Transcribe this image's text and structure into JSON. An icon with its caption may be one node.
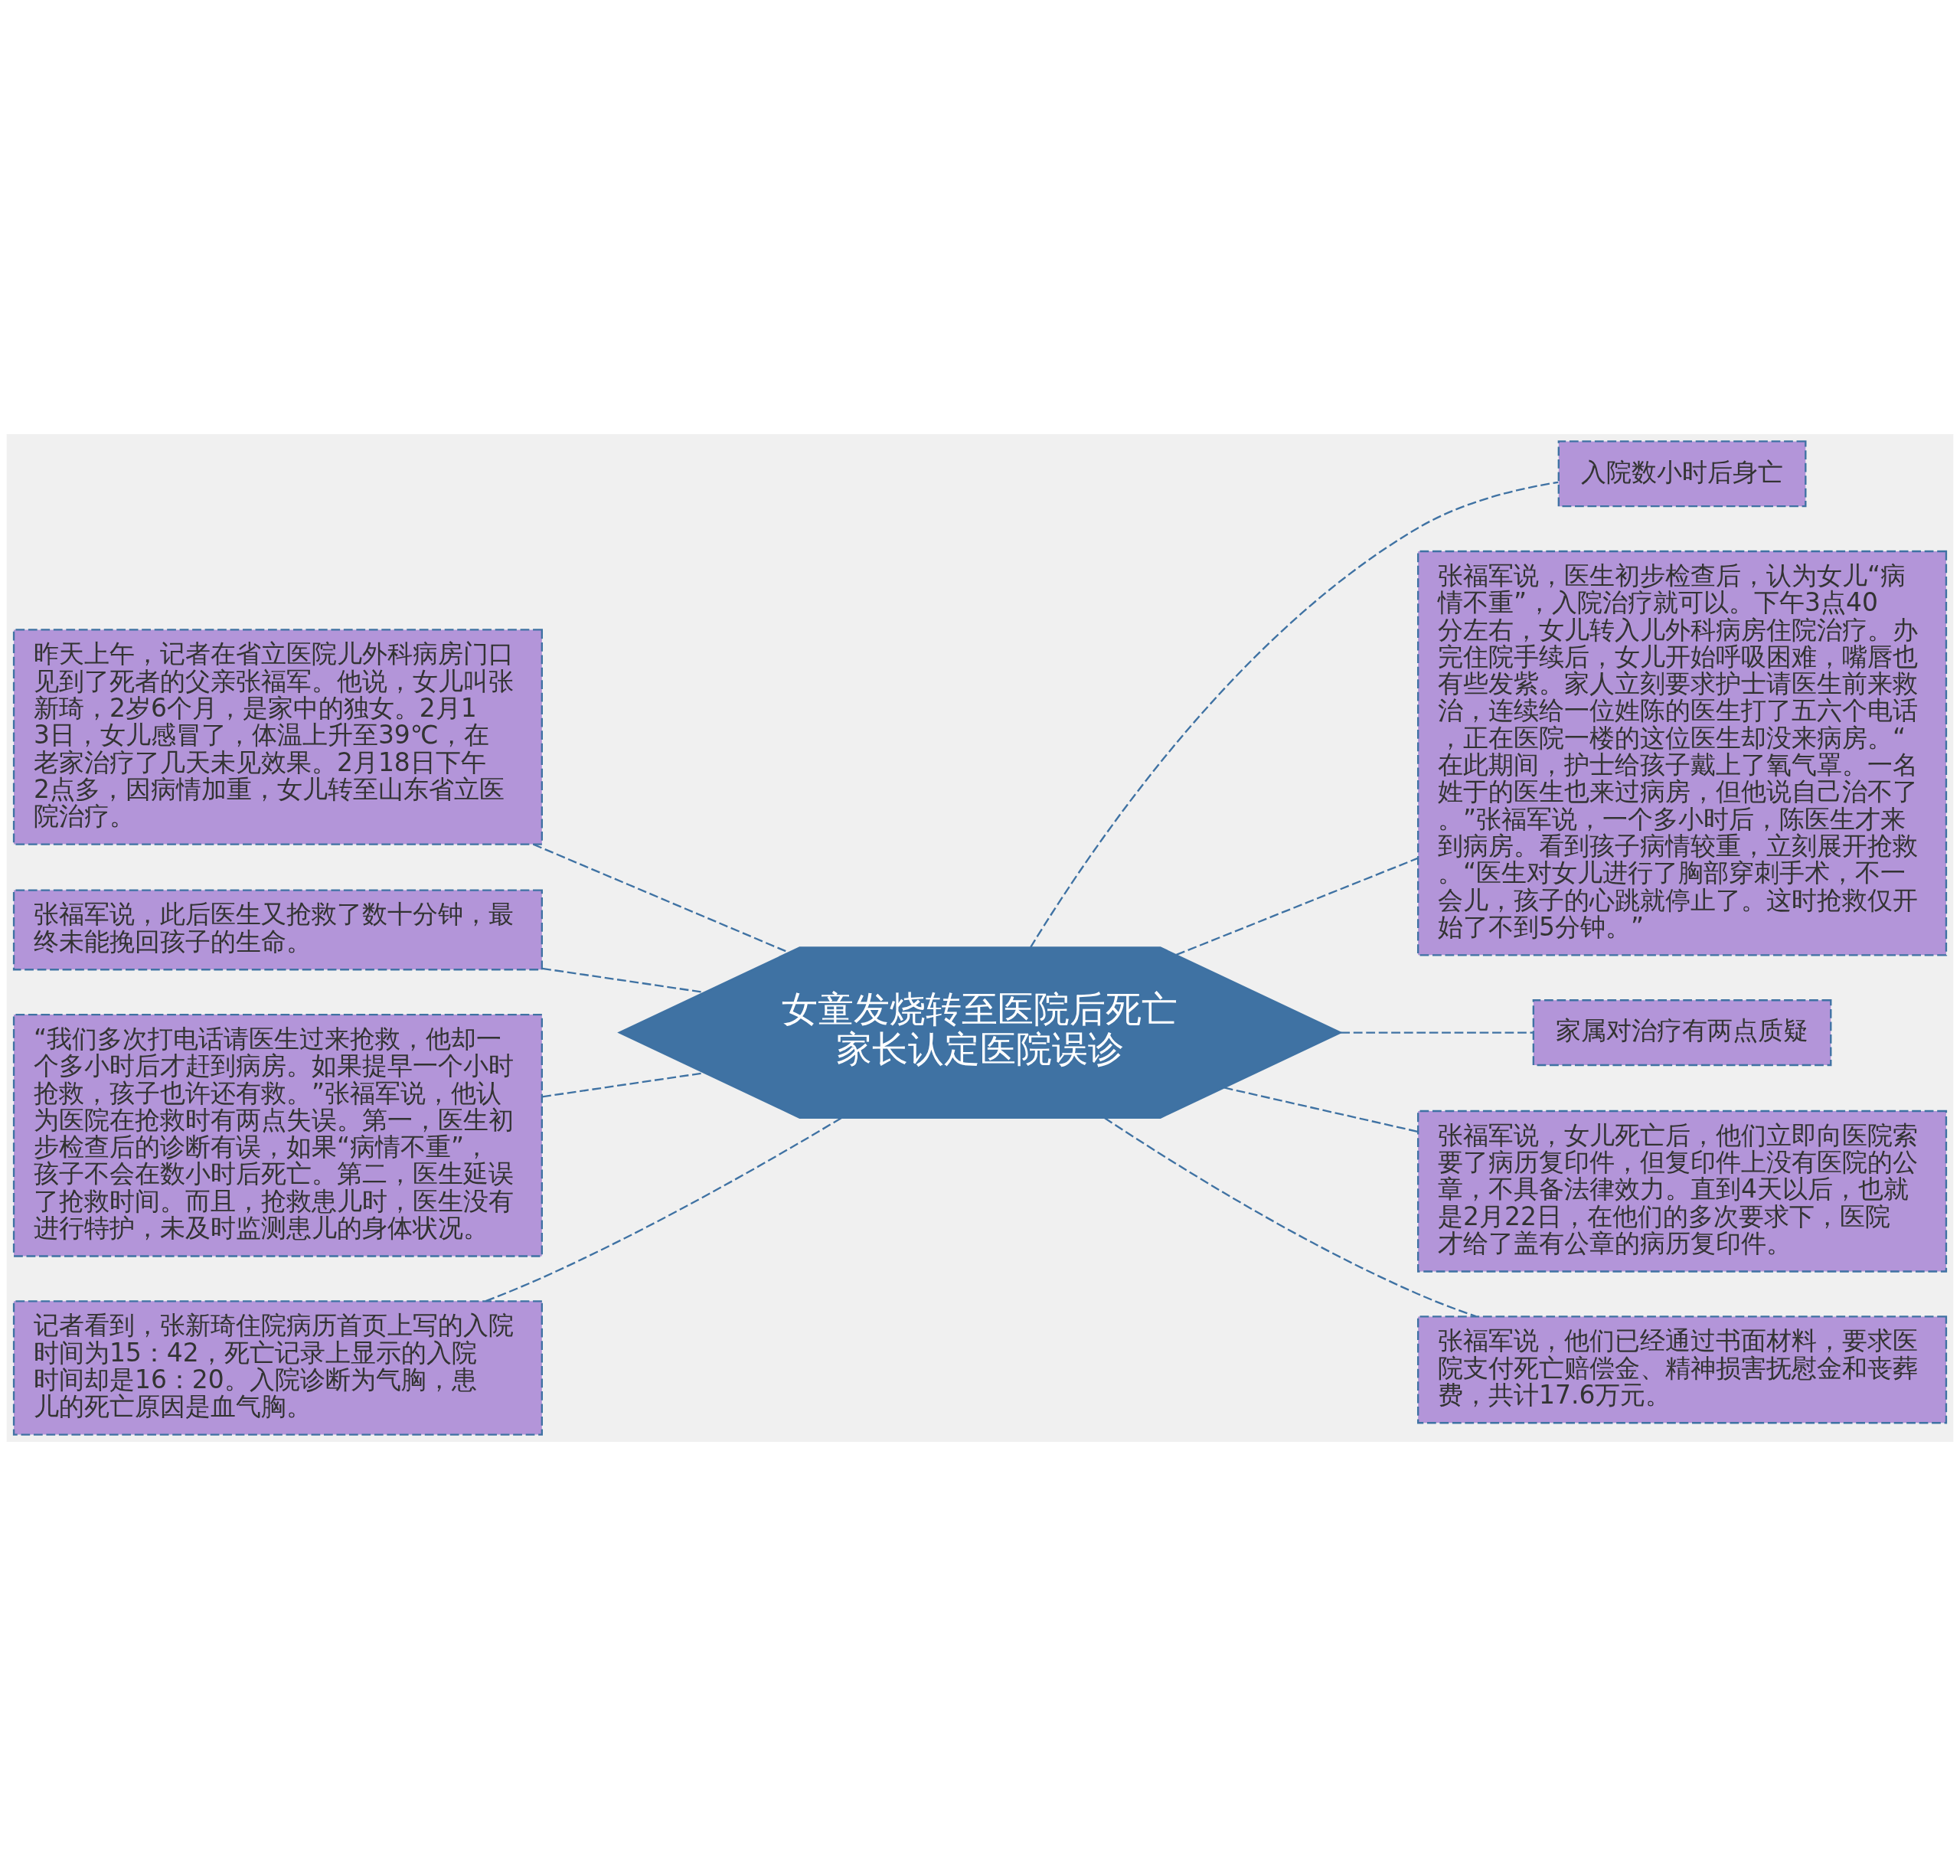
{
  "diagram": {
    "nodes": [
      {
        "text": [
          "女童发烧转至医院后死亡家长认定医院误诊"
        ]
      },
      {
        "text": [
          "昨天上午，记者在省立医院儿外科病房门口见到了死者的父亲张福军。他说，女儿叫张新琦，2岁6个月，是家中的独女。2月13日，女儿感冒了，体温上升至39℃，在老家治疗了几天未见效果。2月18日下午2点多，因病情加重，女儿转至山东省立医院治疗。"
        ]
      },
      {
        "text": [
          "张福军说，此后医生又抢救了数十分钟，最终未能挽回孩子的生命。"
        ]
      },
      {
        "text": [
          "“我们多次打电话请医生过来抢救，他却一个多小时后才赶到病房。如果提早一个小时抢救，孩子也许还有救。”张福军说，他认为医院在抢救时有两点失误。第一，医生初步检查后的诊断有误，如果“病情不重”，孩子不会在数小时后死亡。第二，医生延误了抢救时间。而且，抢救患儿时，医生没有进行特护，未及时监测患儿的身体状况。"
        ]
      },
      {
        "text": [
          "记者看到，张新琦住院病历首页上写的入院时间为15：42，死亡记录上显示的入院时间却是16：20。入院诊断为气胸，患儿的死亡原因是血气胸。"
        ]
      },
      {
        "text": [
          "入院数小时后身亡"
        ]
      },
      {
        "text": [
          "张福军说，医生初步检查后，认为女儿“病情不重”，入院治疗就可以。下午3点40分左右，女儿转入儿外科病房住院治疗。办完住院手续后，女儿开始呼吸困难，嘴唇也有些发紫。家人立刻要求护士请医生前来救治，连续给一位姓陈的医生打了五六个电话，正在医院一楼的这位医生却没来病房。“在此期间，护士给孩子戴上了氧气罩。一名姓于的医生也来过病房，但他说自己治不了。”张福军说，一个多小时后，陈医生才来到病房。看到孩子病情较重，立刻展开抢救。“医生对女儿进行了胸部穿刺手术，不一会儿，孩子的心跳就停止了。这时抢救仅开始了不到5分钟。”"
        ]
      },
      {
        "text": [
          "家属对治疗有两点质疑"
        ]
      },
      {
        "text": [
          "张福军说，女儿死亡后，他们立即向医院索要了病历复印件，但复印件上没有医院的公章，不具备法律效力。直到4天以后，也就是2月22日，在他们的多次要求下，医院才给了盖有公章的病历复印件。"
        ]
      },
      {
        "text": [
          "张福军说，他们已经通过书面材料，要求医院支付死亡赔偿金、精神损害抚慰金和丧葬费，共计17.6万元。"
        ]
      }
    ],
    "edges": [
      {
        "from": 0,
        "to": 1,
        "arrow": "none",
        "style": "dashed"
      },
      {
        "from": 0,
        "to": 2,
        "arrow": "none",
        "style": "dashed"
      },
      {
        "from": 0,
        "to": 3,
        "arrow": "none",
        "style": "dashed"
      },
      {
        "from": 0,
        "to": 4,
        "arrow": "none",
        "style": "dashed"
      },
      {
        "from": 0,
        "to": 5,
        "arrow": "none",
        "style": "dashed"
      },
      {
        "from": 0,
        "to": 6,
        "arrow": "none",
        "style": "dashed"
      },
      {
        "from": 0,
        "to": 7,
        "arrow": "none",
        "style": "dashed"
      },
      {
        "from": 0,
        "to": 8,
        "arrow": "none",
        "style": "dashed"
      },
      {
        "from": 0,
        "to": 9,
        "arrow": "none",
        "style": "dashed"
      }
    ]
  }
}
